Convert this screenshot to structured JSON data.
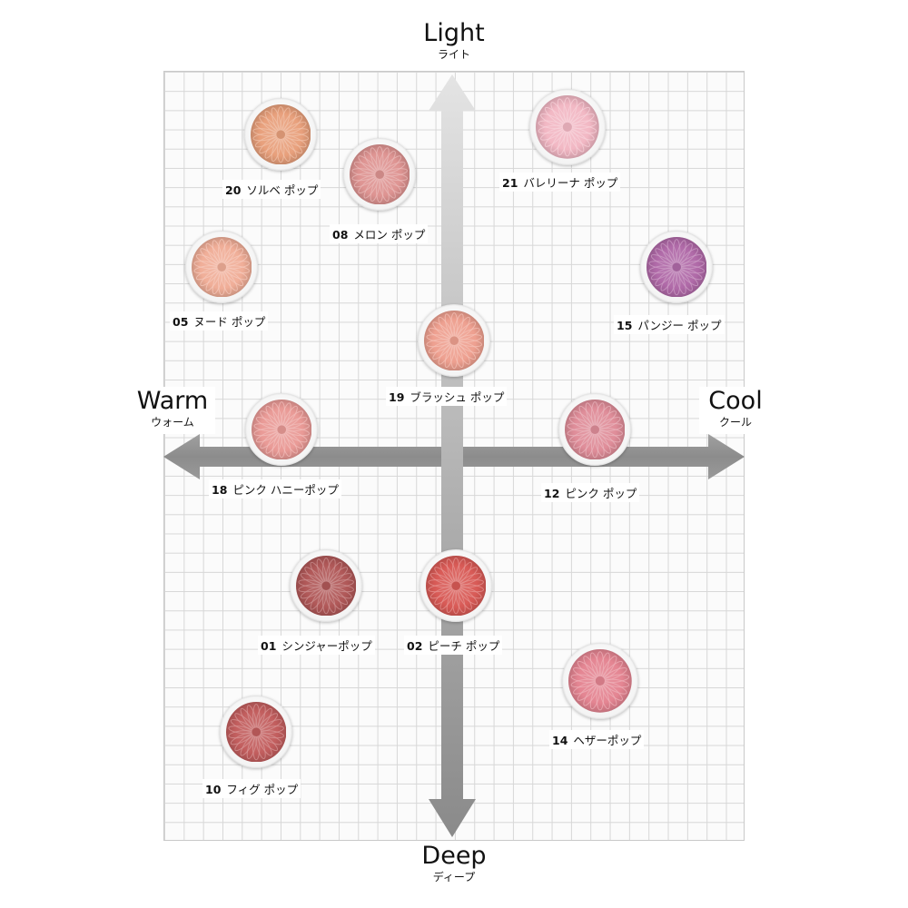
{
  "axes": {
    "top": {
      "en": "Light",
      "ja": "ライト"
    },
    "bottom": {
      "en": "Deep",
      "ja": "ディープ"
    },
    "left": {
      "en": "Warm",
      "ja": "ウォーム"
    },
    "right": {
      "en": "Cool",
      "ja": "クール"
    }
  },
  "arrow_color": "#8f8f8f",
  "shades": [
    {
      "num": "20",
      "name": "ソルベ ポップ",
      "color": "#e8a07c"
    },
    {
      "num": "08",
      "name": "メロン ポップ",
      "color": "#de9492"
    },
    {
      "num": "21",
      "name": "バレリーナ ポップ",
      "color": "#f2b8c4"
    },
    {
      "num": "05",
      "name": "ヌード ポップ",
      "color": "#f0ae98"
    },
    {
      "num": "15",
      "name": "パンジー ポップ",
      "color": "#b06aa8"
    },
    {
      "num": "19",
      "name": "ブラッシュ ポップ",
      "color": "#eea090"
    },
    {
      "num": "18",
      "name": "ピンク ハニーポップ",
      "color": "#e99a96"
    },
    {
      "num": "12",
      "name": "ピンク ポップ",
      "color": "#df8d99"
    },
    {
      "num": "01",
      "name": "シンジャーポップ",
      "color": "#b05858"
    },
    {
      "num": "02",
      "name": "ピーチ ポップ",
      "color": "#d85a56"
    },
    {
      "num": "14",
      "name": "ヘザーポップ",
      "color": "#e48592"
    },
    {
      "num": "10",
      "name": "フィグ ポップ",
      "color": "#c25e5e"
    }
  ]
}
